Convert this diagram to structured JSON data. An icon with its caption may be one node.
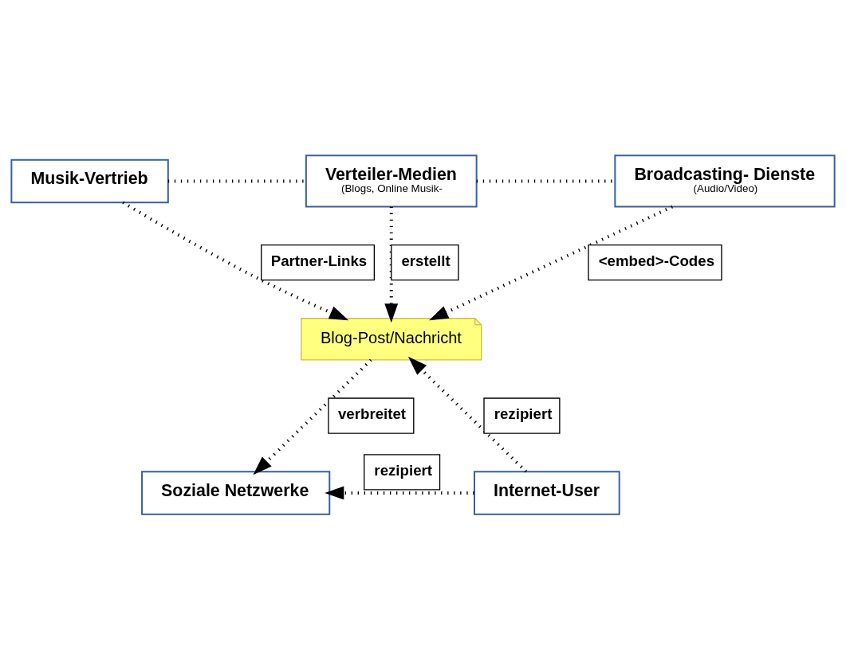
{
  "diagram": {
    "nodes": [
      {
        "text": [
          "Musik-Vertrieb"
        ]
      },
      {
        "text": [
          "Verteiler-Medien",
          "(Blogs, Online Musik-"
        ]
      },
      {
        "text": [
          "Broadcasting- Dienste",
          "(Audio/Video)"
        ]
      },
      {
        "text": [
          "Blog-Post/Nachricht"
        ]
      },
      {
        "text": [
          "Internet-User"
        ]
      },
      {
        "text": [
          "Soziale Netzwerke"
        ]
      }
    ],
    "edges": [
      {
        "from": 0,
        "to": 3,
        "arrow": "to",
        "label": "Partner-Links",
        "style": "dashed"
      },
      {
        "from": 1,
        "to": 3,
        "arrow": "to",
        "label": "erstellt",
        "style": "dashed"
      },
      {
        "from": 2,
        "to": 3,
        "arrow": "to",
        "label": "<embed>-Codes",
        "style": "dashed"
      },
      {
        "from": 4,
        "to": 3,
        "arrow": "to",
        "label": "rezipiert",
        "style": "dashed"
      },
      {
        "from": 3,
        "to": 5,
        "arrow": "to",
        "label": "verbreitet",
        "style": "dashed"
      },
      {
        "from": 4,
        "to": 5,
        "arrow": "to",
        "label": "rezipiert",
        "style": "dashed"
      },
      {
        "from": 0,
        "to": 1,
        "arrow": "none",
        "style": "dashed"
      },
      {
        "from": 1,
        "to": 2,
        "arrow": "none",
        "style": "dashed"
      }
    ]
  }
}
